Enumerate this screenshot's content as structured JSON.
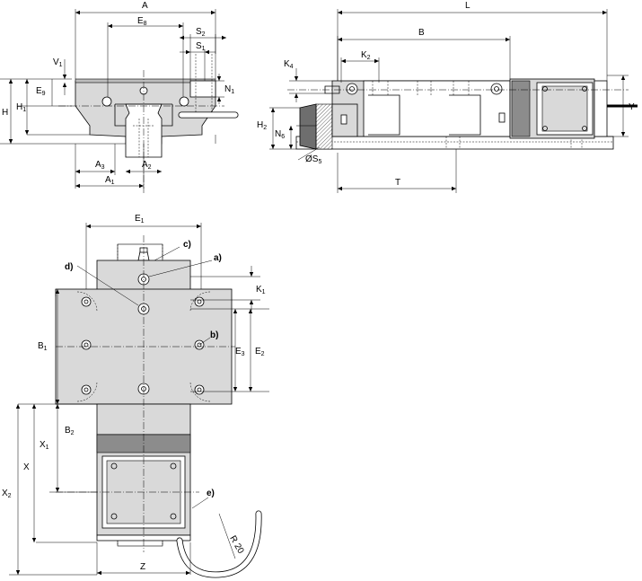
{
  "labels": {
    "A": "A",
    "E8": "E",
    "E8_sub": "8",
    "S2": "S",
    "S2_sub": "2",
    "S1": "S",
    "S1_sub": "1",
    "V1": "V",
    "V1_sub": "1",
    "E9": "E",
    "E9_sub": "9",
    "H": "H",
    "H1": "H",
    "H1_sub": "1",
    "N1": "N",
    "N1_sub": "1",
    "A3": "A",
    "A3_sub": "3",
    "A2": "A",
    "A2_sub": "2",
    "A1": "A",
    "A1_sub": "1",
    "L": "L",
    "B": "B",
    "K4": "K",
    "K4_sub": "4",
    "K2": "K",
    "K2_sub": "2",
    "H2": "H",
    "H2_sub": "2",
    "N6": "N",
    "N6_sub": "6",
    "S5": "ØS",
    "S5_sub": "5",
    "T": "T",
    "Y": "Y",
    "E1": "E",
    "E1_sub": "1",
    "K1": "K",
    "K1_sub": "1",
    "B1": "B",
    "B1_sub": "1",
    "E3": "E",
    "E3_sub": "3",
    "E2": "E",
    "E2_sub": "2",
    "B2": "B",
    "B2_sub": "2",
    "X1": "X",
    "X1_sub": "1",
    "X": "X",
    "X2": "X",
    "X2_sub": "2",
    "Z": "Z",
    "R20": "R 20",
    "call_a": "a)",
    "call_b": "b)",
    "call_c": "c)",
    "call_d": "d)",
    "call_e": "e)"
  }
}
